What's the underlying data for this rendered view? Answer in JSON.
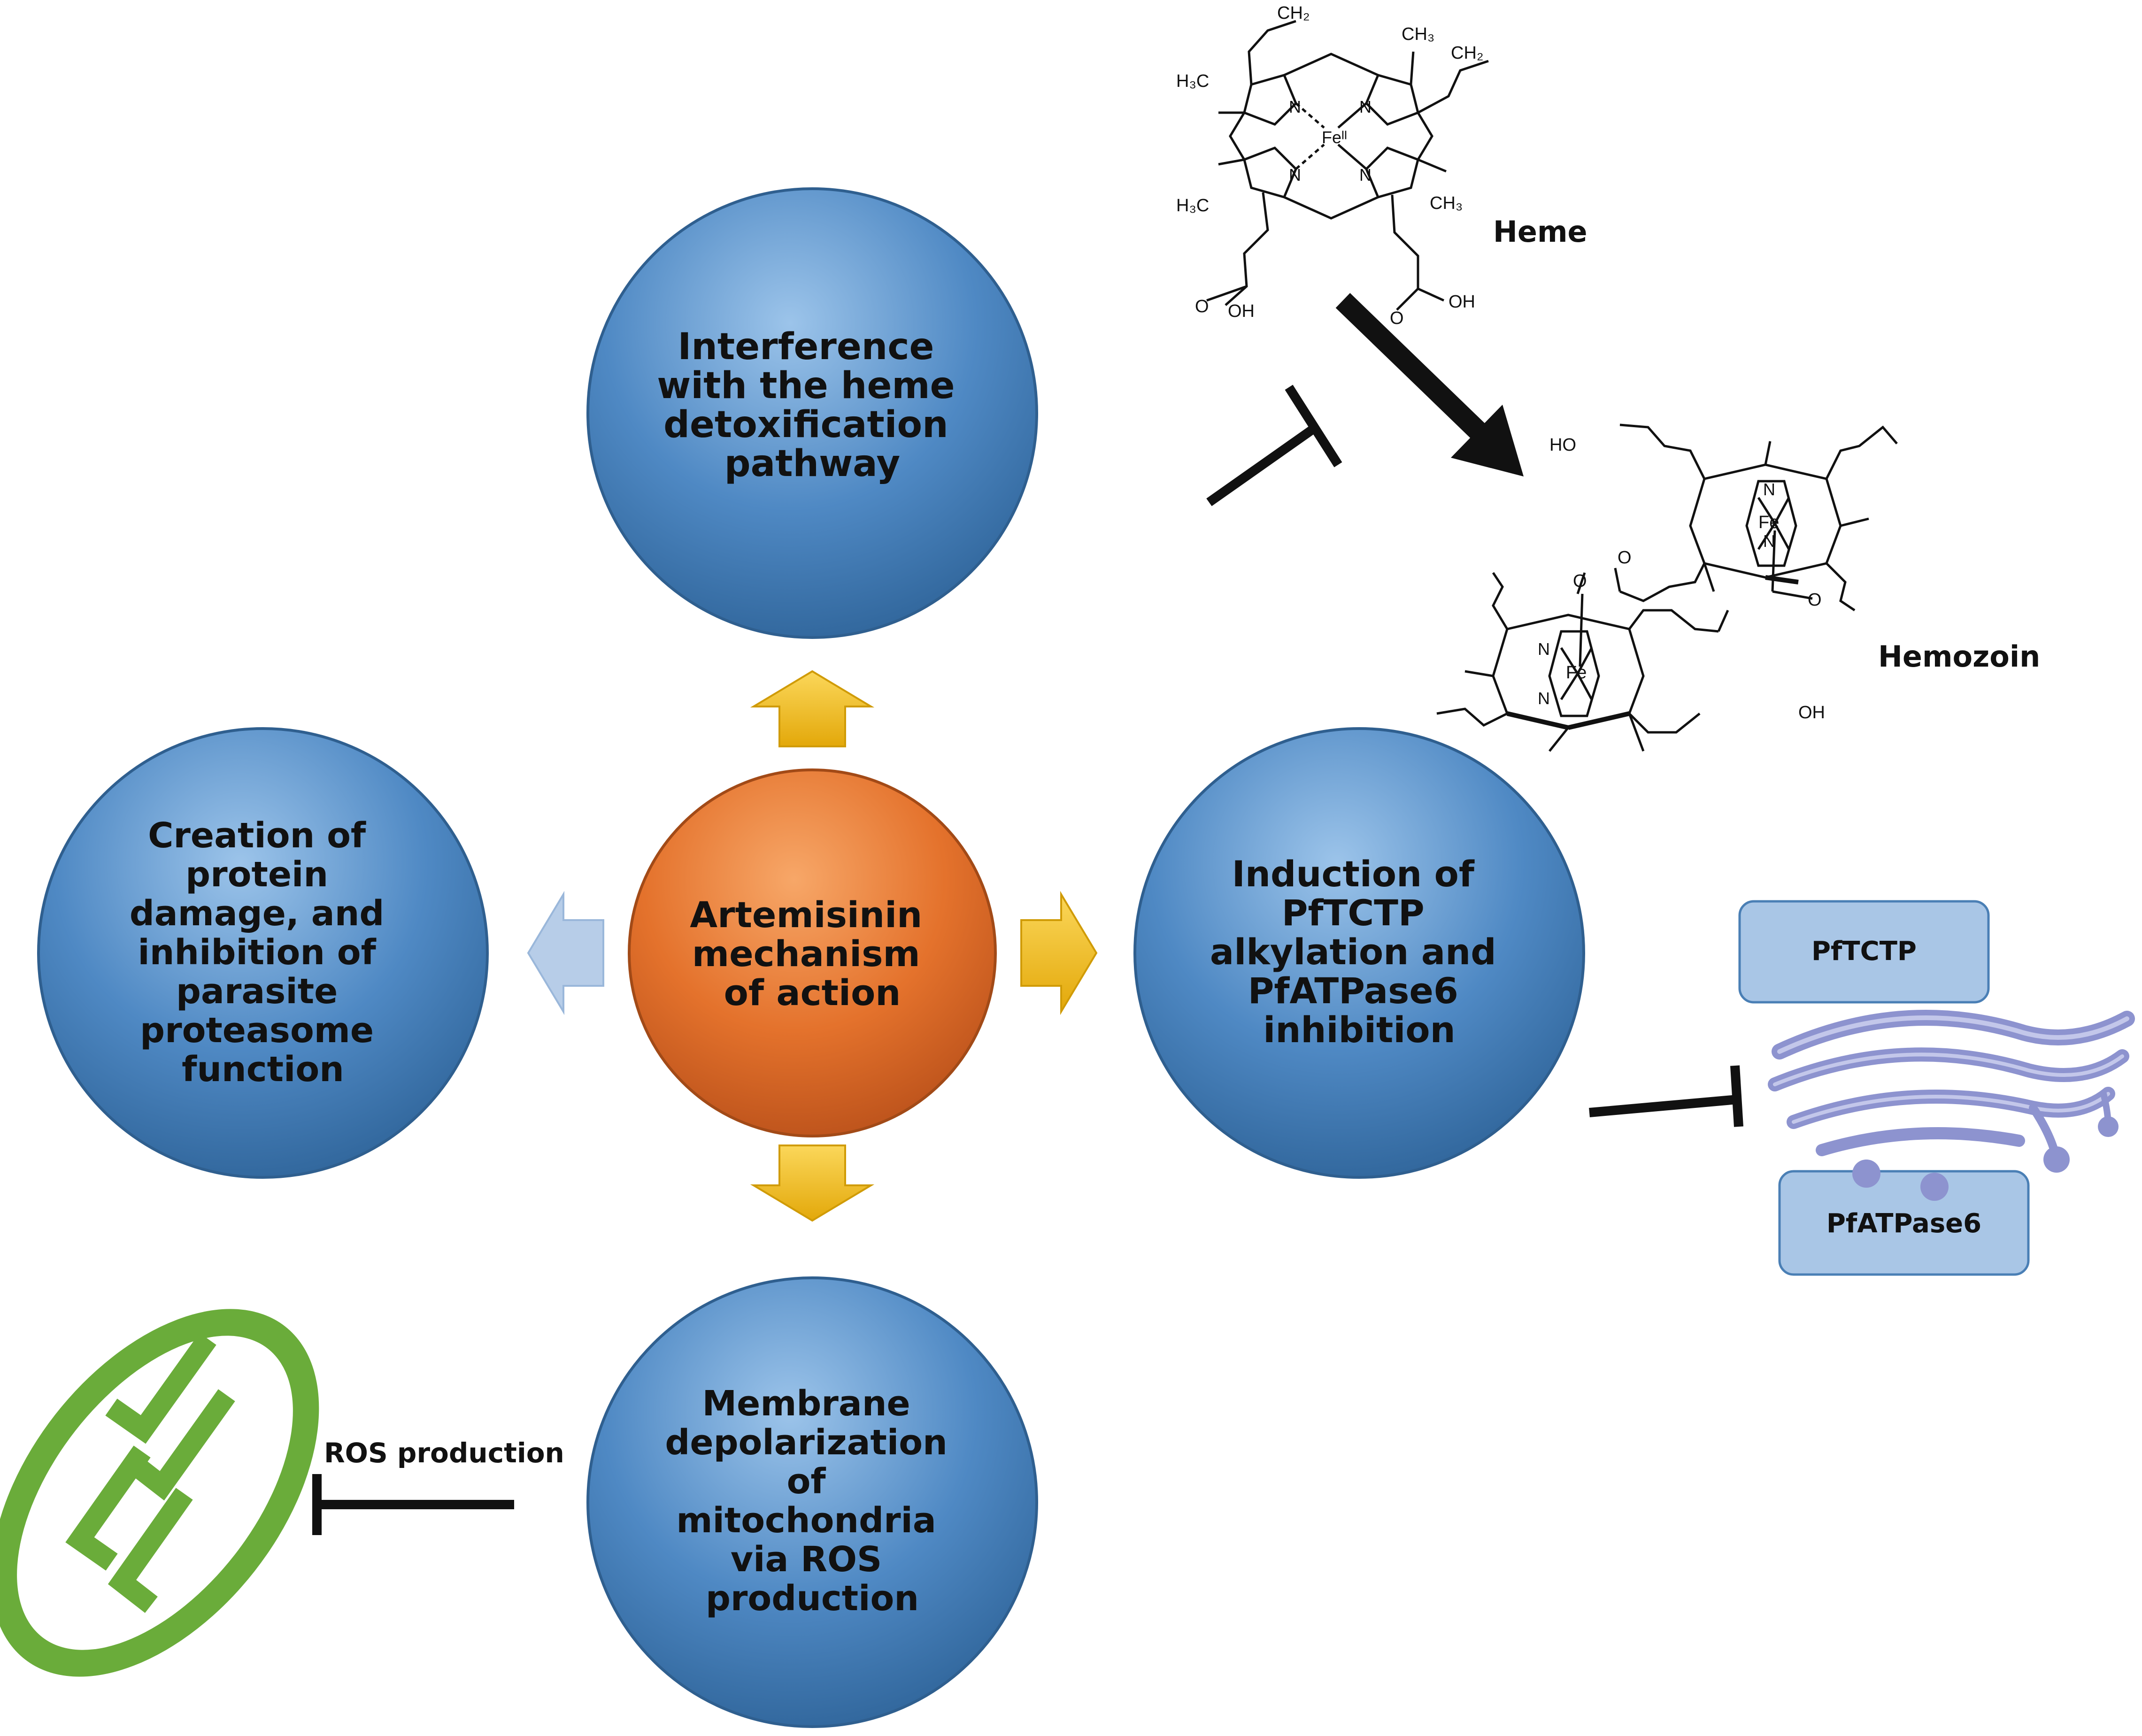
{
  "center": {
    "lines": [
      "Artemisinin",
      "mechanism",
      "of action"
    ]
  },
  "top_node": {
    "lines": [
      "Interference",
      "with the heme",
      "detoxification",
      "pathway"
    ]
  },
  "left_node": {
    "lines": [
      "Creation of",
      "protein",
      "damage, and",
      "inhibition of",
      "parasite",
      "proteasome",
      "function"
    ]
  },
  "right_node": {
    "lines": [
      "Induction of",
      "PfTCTP",
      "alkylation and",
      "PfATPase6",
      "inhibition"
    ]
  },
  "bottom_node": {
    "lines": [
      "Membrane",
      "depolarization",
      "of",
      "mitochondria",
      "via ROS",
      "production"
    ]
  },
  "heme_label": "Heme",
  "hemozoin_label": "Hemozoin",
  "pftctp_label": "PfTCTP",
  "pfatpase6_label": "PfATPase6",
  "ros_label": "ROS production",
  "heme_atoms": {
    "ch2_top": "CH₂",
    "ch2_right": "CH₂",
    "ch3_top": "CH₃",
    "h3c_left": "H₃C",
    "h3c_bottom_left": "H₃C",
    "ch3_bottom_right": "CH₃",
    "fe": "Feᴵᴵ",
    "n": "N",
    "o": "O",
    "oh": "OH"
  },
  "hemozoin_atoms": {
    "ho": "HO",
    "oh": "OH",
    "fe": "Fe",
    "n": "N",
    "o": "O"
  },
  "colors": {
    "blue_node": "#3f79b4",
    "orange_node": "#e8702a",
    "yellow_arrow": "#f5be18",
    "pale_arrow": "#b7cde8",
    "er_purple": "#8d93cf",
    "protein_box": "#a9c6e6",
    "mito_green": "#6aac3a"
  }
}
